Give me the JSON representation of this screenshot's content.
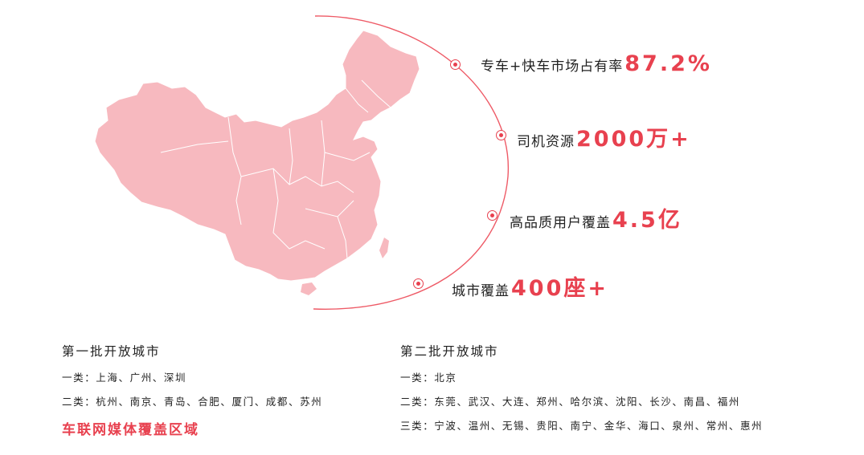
{
  "stats": [
    {
      "label": "专车+快车市场占有率",
      "value": "87.2%"
    },
    {
      "label": "司机资源",
      "value": "2000万+"
    },
    {
      "label": "高品质用户覆盖",
      "value": "4.5亿"
    },
    {
      "label": "城市覆盖",
      "value": "400座+"
    }
  ],
  "batch1": {
    "title": "第一批开放城市",
    "rows": [
      "一类：上海、广州、深圳",
      "二类：杭州、南京、青岛、合肥、厦门、成都、苏州"
    ]
  },
  "batch2": {
    "title": "第二批开放城市",
    "rows": [
      "一类：北京",
      "二类：东莞、武汉、大连、郑州、哈尔滨、沈阳、长沙、南昌、福州",
      "三类：宁波、温州、无锡、贵阳、南宁、金华、海口、泉州、常州、惠州"
    ]
  },
  "coverage_title": "车联网媒体覆盖区域",
  "colors": {
    "accent": "#e8414f",
    "map_fill": "#f7b9bf",
    "arc": "#ee5a66"
  }
}
